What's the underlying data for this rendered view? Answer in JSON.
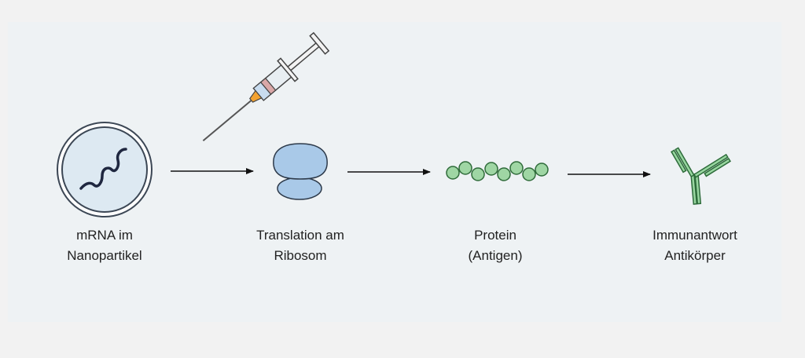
{
  "steps": [
    {
      "id": "mrna",
      "line1": "mRNA im",
      "line2": "Nanopartikel",
      "icon": "nanoparticle-icon"
    },
    {
      "id": "ribosome",
      "line1": "Translation am",
      "line2": "Ribosom",
      "icon": "ribosome-icon"
    },
    {
      "id": "protein",
      "line1": "Protein",
      "line2": "(Antigen)",
      "icon": "protein-chain-icon"
    },
    {
      "id": "antibody",
      "line1": "Immunantwort",
      "line2": "Antikörper",
      "icon": "antibody-icon"
    }
  ],
  "decorations": {
    "injection": "syringe-icon"
  },
  "colors": {
    "background": "#f2f2f2",
    "panel": "#eef2f4",
    "nanoparticle_fill": "#dde9f2",
    "nanoparticle_stroke": "#3c4755",
    "mrna_strand": "#1f2740",
    "ribosome_fill": "#a9c9e8",
    "ribosome_stroke": "#2d3a4a",
    "protein_bead": "#9fd6a4",
    "protein_stroke": "#2f6b3a",
    "antibody_fill": "#98d6a0",
    "antibody_stroke": "#2d6b3a",
    "syringe_plunger": "#d9a7a7",
    "syringe_hub": "#f2a230",
    "arrow": "#111111",
    "text": "#222222"
  }
}
